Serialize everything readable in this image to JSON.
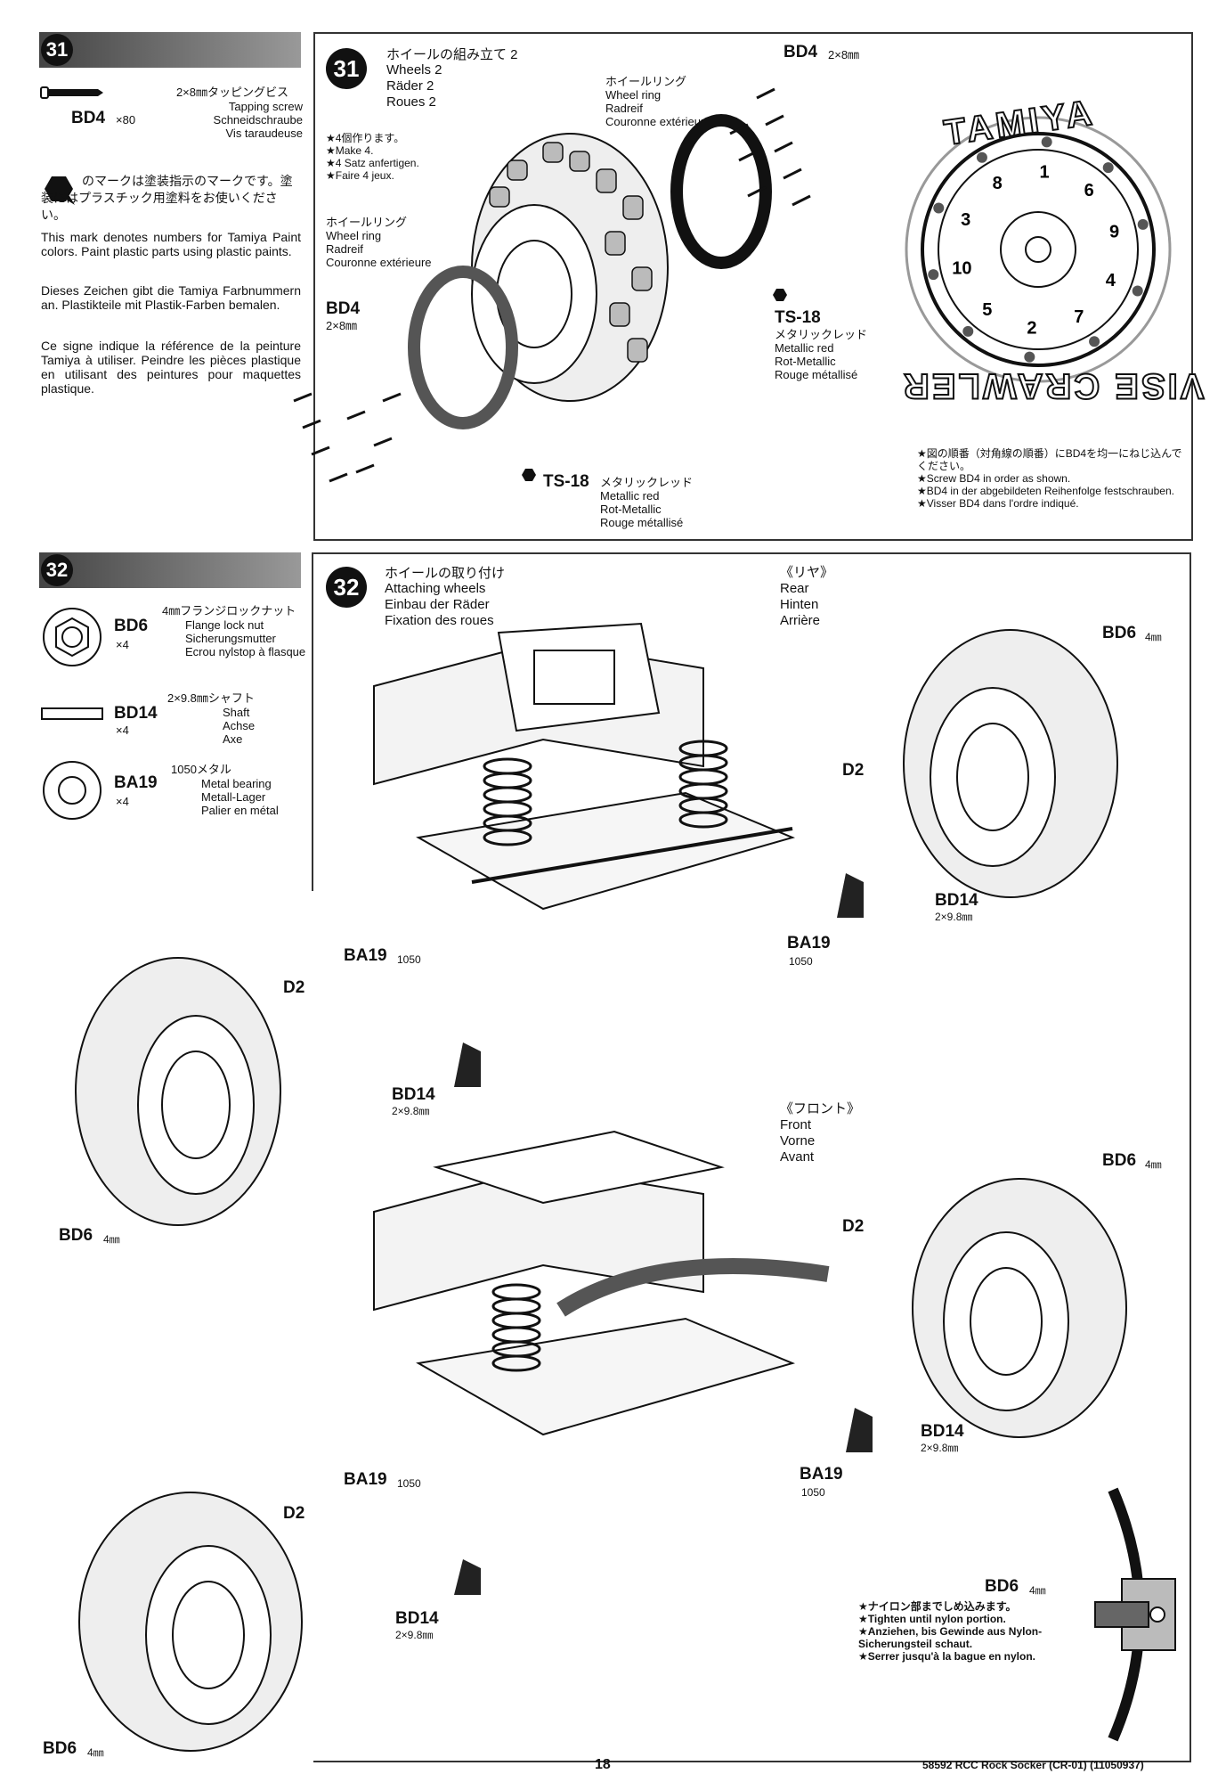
{
  "step31_left": {
    "number": "31",
    "part_spec": "2×8㎜タッピングビス",
    "part_names": [
      "Tapping screw",
      "Schneidschraube",
      "Vis taraudeuse"
    ],
    "part_code": "BD4",
    "part_qty": "×80",
    "paint_note_jp": "のマークは塗装指示のマークです。塗装にはプラスチック用塗料をお使いください。",
    "paint_note_en": "This mark denotes numbers for Tamiya Paint colors. Paint plastic parts using plastic paints.",
    "paint_note_de": "Dieses Zeichen gibt die Tamiya Farbnummern an. Plastikteile mit Plastik-Farben bemalen.",
    "paint_note_fr": "Ce signe indique la référence de la peinture Tamiya à utiliser. Peindre les pièces plastique en utilisant des peintures pour maquettes plastique."
  },
  "step31_panel": {
    "number": "31",
    "title_jp": "ホイールの組み立て 2",
    "titles": [
      "Wheels 2",
      "Räder 2",
      "Roues 2"
    ],
    "make4": [
      "★4個作ります。",
      "★Make 4.",
      "★4 Satz anfertigen.",
      "★Faire 4 jeux."
    ],
    "wheel_ring_a": [
      "ホイールリング",
      "Wheel ring",
      "Radreif",
      "Couronne extérieure"
    ],
    "wheel_ring_b": [
      "ホイールリング",
      "Wheel ring",
      "Radreif",
      "Couronne extérieure"
    ],
    "bd4_top": "BD4",
    "bd4_top_size": "2×8㎜",
    "bd4_left": "BD4",
    "bd4_left_size": "2×8㎜",
    "ts18_right": "TS-18",
    "ts18_right_names": [
      "メタリックレッド",
      "Metallic red",
      "Rot-Metallic",
      "Rouge métallisé"
    ],
    "ts18_bottom": "TS-18",
    "ts18_bottom_names": [
      "メタリックレッド",
      "Metallic red",
      "Rot-Metallic",
      "Rouge métallisé"
    ],
    "wheel_brand": "TAMIYA",
    "wheel_text": "VISE CRAWLER",
    "bolt_order": [
      "1",
      "6",
      "9",
      "4",
      "7",
      "2",
      "5",
      "10",
      "3",
      "8"
    ],
    "order_note": [
      "★図の順番（対角線の順番）にBD4を均一にねじ込んでください。",
      "★Screw BD4 in order as shown.",
      "★BD4 in der abgebildeten Reihenfolge festschrauben.",
      "★Visser BD4 dans l'ordre indiqué."
    ]
  },
  "step32_left": {
    "number": "32",
    "parts": [
      {
        "code": "BD6",
        "qty": "×4",
        "spec": "4㎜フランジロックナット",
        "names": [
          "Flange lock nut",
          "Sicherungsmutter",
          "Ecrou nylstop à flasque"
        ]
      },
      {
        "code": "BD14",
        "qty": "×4",
        "spec": "2×9.8㎜シャフト",
        "names": [
          "Shaft",
          "Achse",
          "Axe"
        ]
      },
      {
        "code": "BA19",
        "qty": "×4",
        "spec": "1050メタル",
        "names": [
          "Metal bearing",
          "Metall-Lager",
          "Palier en métal"
        ]
      }
    ]
  },
  "step32_panel": {
    "number": "32",
    "title_jp": "ホイールの取り付け",
    "titles": [
      "Attaching wheels",
      "Einbau der Räder",
      "Fixation des roues"
    ],
    "rear": [
      "《リヤ》",
      "Rear",
      "Hinten",
      "Arrière"
    ],
    "front": [
      "《フロント》",
      "Front",
      "Vorne",
      "Avant"
    ],
    "labels": {
      "bd6": "BD6",
      "bd6_size": "4㎜",
      "d2": "D2",
      "bd14": "BD14",
      "bd14_size": "2×9.8㎜",
      "ba19": "BA19",
      "ba19_size": "1050"
    },
    "nylon_note": [
      "★ナイロン部までしめ込みます。",
      "★Tighten until nylon portion.",
      "★Anziehen, bis Gewinde aus Nylon-Sicherungsteil schaut.",
      "★Serrer jusqu'à la bague en nylon."
    ]
  },
  "footer": {
    "page_number": "18",
    "product": "58592 RCC Rock Socker (CR-01) (11050937)"
  }
}
